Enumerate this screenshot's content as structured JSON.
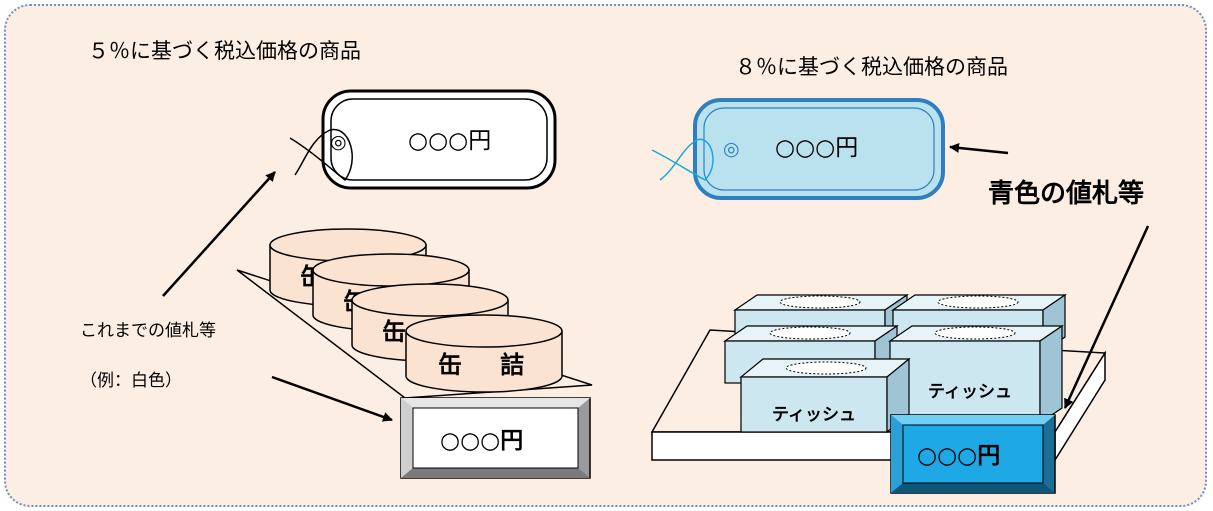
{
  "left_section": {
    "caption": "５％に基づく税込価格の商品",
    "tag_text": "○○○円",
    "tag_ring": "◎",
    "can_label_1": "缶",
    "can_label_2": "詰",
    "price_card": "○○○円",
    "callout_label": "これまでの値札等",
    "callout_example": "（例：白色）"
  },
  "right_section": {
    "caption": "８％に基づく税込価格の商品",
    "tag_text": "○○○円",
    "tag_ring": "◎",
    "box_label": "ティッシュ",
    "price_card": "○○○円",
    "callout_label": "青色の値札等"
  },
  "colors": {
    "panel_bg": "#fdeee4",
    "panel_border": "#6f8fc9",
    "can_fill": "#fbe3d2",
    "box_front": "#cde7f0",
    "box_side": "#9fc4d3",
    "blue_tag_fill": "#b9e1ee",
    "blue_tag_border": "#2f7fc0",
    "blue_card": "#1ea8e6"
  }
}
